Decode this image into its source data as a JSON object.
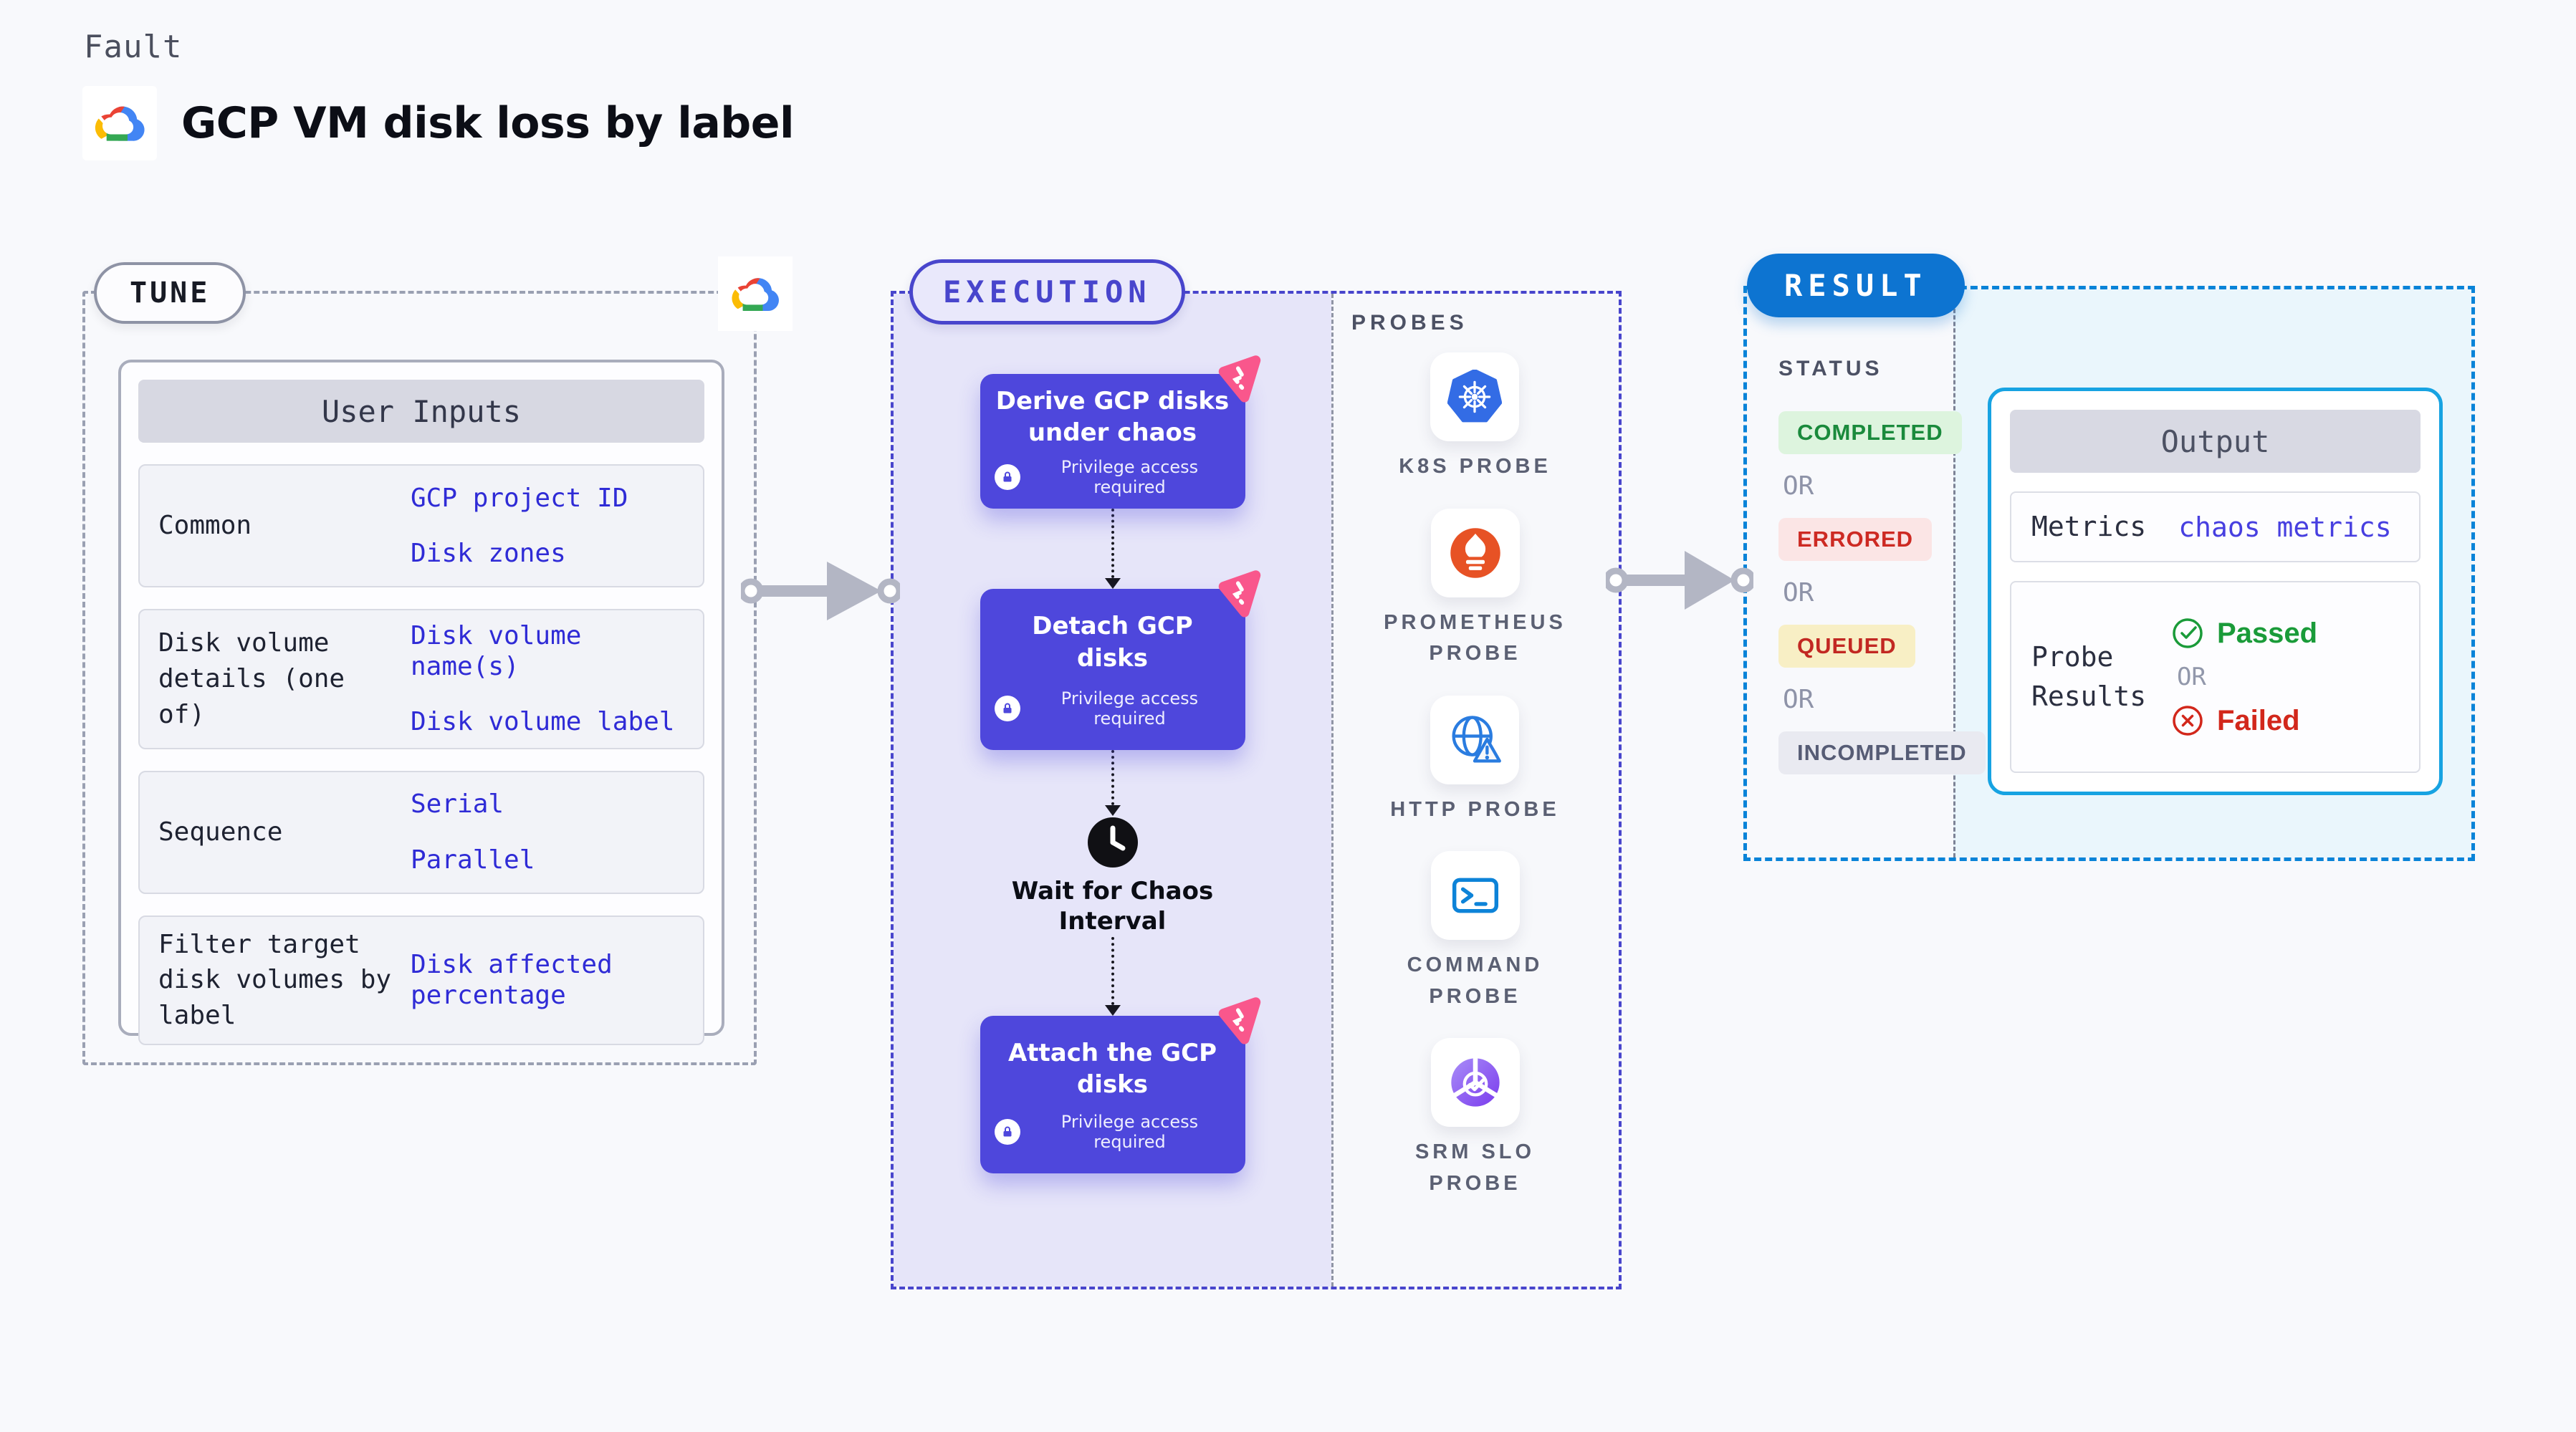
{
  "page": {
    "eyebrow": "Fault",
    "title": "GCP VM disk loss by label"
  },
  "tune": {
    "pill": "TUNE",
    "card_header": "User Inputs",
    "rows": [
      {
        "label": "Common",
        "values": [
          "GCP project ID",
          "Disk zones"
        ]
      },
      {
        "label": "Disk volume details (one of)",
        "values": [
          "Disk volume name(s)",
          "Disk volume label"
        ]
      },
      {
        "label": "Sequence",
        "values": [
          "Serial",
          "Parallel"
        ]
      },
      {
        "label": "Filter target disk volumes by label",
        "values": [
          "Disk affected percentage"
        ]
      }
    ]
  },
  "execution": {
    "pill": "EXECUTION",
    "privilege_label": "Privilege access required",
    "steps": [
      {
        "title": "Derive GCP disks under chaos"
      },
      {
        "title": "Detach GCP disks"
      },
      {
        "title": "Attach the GCP disks"
      }
    ],
    "wait_label": "Wait for Chaos Interval"
  },
  "probes": {
    "title": "PROBES",
    "items": [
      {
        "label": "K8S PROBE",
        "icon": "kubernetes-icon"
      },
      {
        "label": "PROMETHEUS PROBE",
        "icon": "prometheus-icon"
      },
      {
        "label": "HTTP PROBE",
        "icon": "http-globe-icon"
      },
      {
        "label": "COMMAND PROBE",
        "icon": "command-terminal-icon"
      },
      {
        "label": "SRM SLO PROBE",
        "icon": "srm-slo-icon"
      }
    ]
  },
  "result": {
    "pill": "RESULT",
    "status_title": "STATUS",
    "or_label": "OR",
    "statuses": [
      {
        "label": "COMPLETED",
        "bg": "#ddf4de",
        "color": "#1a8a3c"
      },
      {
        "label": "ERRORED",
        "bg": "#fbe5e5",
        "color": "#cd2a23"
      },
      {
        "label": "QUEUED",
        "bg": "#f8efc5",
        "color": "#c22822"
      },
      {
        "label": "INCOMPLETED",
        "bg": "#e9eaf1",
        "color": "#565c75"
      }
    ],
    "output": {
      "header": "Output",
      "metrics_label": "Metrics",
      "metrics_value": "chaos metrics",
      "probe_results_label": "Probe Results",
      "passed": "Passed",
      "failed": "Failed",
      "passed_color": "#1a9b39",
      "failed_color": "#d2271b"
    }
  },
  "colors": {
    "accent_indigo": "#4845cc",
    "flow_box": "#4e47dc",
    "pink_badge": "#f9578c",
    "result_blue": "#0d74d1",
    "output_border": "#17a3e2",
    "value_blue": "#2f2bd6",
    "arrow_gray": "#b3b6c4"
  }
}
